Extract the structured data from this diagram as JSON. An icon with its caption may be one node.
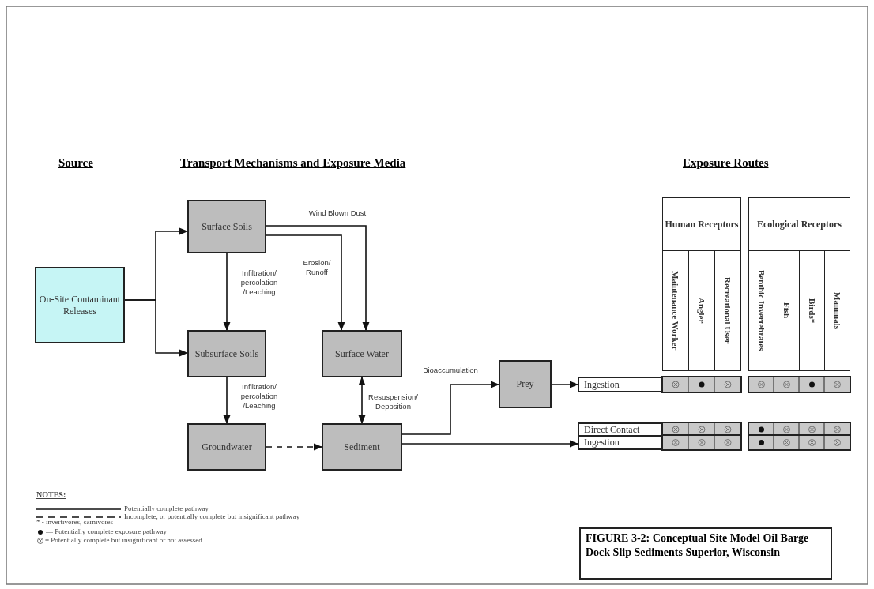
{
  "diagram": {
    "caption": "FIGURE 3-2: Conceptual Site Model Oil Barge Dock Slip Sediments Superior, Wisconsin",
    "nodes": [
      {
        "text": [
          "On-Site Contaminant Releases"
        ]
      },
      {
        "text": [
          "Surface Soils"
        ]
      },
      {
        "text": [
          "Subsurface Soils"
        ]
      },
      {
        "text": [
          "Surface Water"
        ]
      },
      {
        "text": [
          "Groundwater"
        ]
      },
      {
        "text": [
          "Sediment"
        ]
      },
      {
        "text": [
          "Prey"
        ]
      },
      {
        "text": [
          "Ingestion"
        ]
      },
      {
        "text": [
          "Direct Contact"
        ]
      },
      {
        "text": [
          "Ingestion"
        ]
      },
      {
        "text": [
          "Human Receptors"
        ]
      },
      {
        "text": [
          "Maintenance Worker"
        ]
      },
      {
        "text": [
          "Angler"
        ]
      },
      {
        "text": [
          "Recreational User"
        ]
      },
      {
        "text": [
          "Ecological Receptors"
        ]
      },
      {
        "text": [
          "Benthic Invertebrates"
        ]
      },
      {
        "text": [
          "Fish"
        ]
      },
      {
        "text": [
          "Birds*"
        ]
      },
      {
        "text": [
          "Mammals"
        ]
      }
    ],
    "edges": [
      {
        "from": 0,
        "to": 1,
        "arrow": "to"
      },
      {
        "from": 0,
        "to": 2,
        "arrow": "to"
      },
      {
        "from": 1,
        "to": 2,
        "arrow": "to",
        "label": "Infiltration/ percolation /Leaching"
      },
      {
        "from": 1,
        "to": 3,
        "arrow": "to",
        "label": "Wind Blown Dust"
      },
      {
        "from": 1,
        "to": 3,
        "arrow": "to",
        "label": "Erosion/ Runoff"
      },
      {
        "from": 3,
        "to": 5,
        "arrow": "both",
        "label": "Resuspension/ Deposition"
      },
      {
        "from": 2,
        "to": 4,
        "arrow": "to",
        "label": "Infiltration/ percolation /Leaching"
      },
      {
        "from": 4,
        "to": 5,
        "arrow": "to",
        "style": "dashed"
      },
      {
        "from": 5,
        "to": 6,
        "arrow": "to",
        "label": "Bioaccumulation"
      },
      {
        "from": 6,
        "to": 7,
        "arrow": "to"
      },
      {
        "from": 5,
        "to": 9,
        "arrow": "to"
      }
    ],
    "labels": [
      "Source",
      "Transport Mechanisms and Exposure Media",
      "Exposure Routes",
      "NOTES:",
      "* - invertivores, carnivores"
    ],
    "legend": [
      {
        "text": "Potentially complete pathway"
      },
      {
        "text": "Incomplete, or potentially complete but insignificant pathway"
      },
      {
        "text": "— Potentially complete exposure pathway"
      },
      {
        "text": "= Potentially complete but insignificant or not assessed"
      }
    ]
  }
}
